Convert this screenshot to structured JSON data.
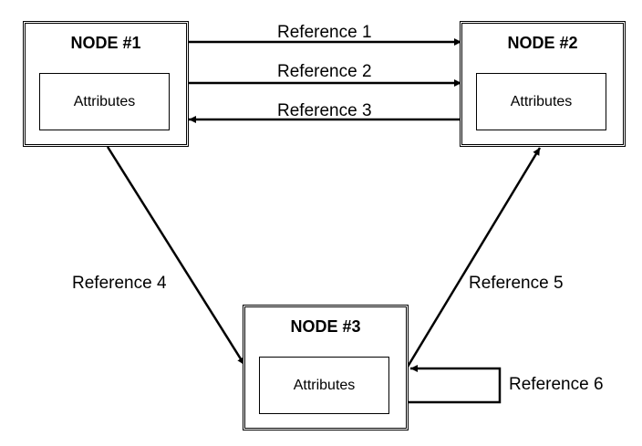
{
  "nodes": [
    {
      "title": "NODE #1",
      "attributes_label": "Attributes"
    },
    {
      "title": "NODE #2",
      "attributes_label": "Attributes"
    },
    {
      "title": "NODE #3",
      "attributes_label": "Attributes"
    }
  ],
  "edges": [
    {
      "label": "Reference 1",
      "from": "NODE #1",
      "to": "NODE #2"
    },
    {
      "label": "Reference 2",
      "from": "NODE #1",
      "to": "NODE #2"
    },
    {
      "label": "Reference 3",
      "from": "NODE #2",
      "to": "NODE #1"
    },
    {
      "label": "Reference 4",
      "from": "NODE #1",
      "to": "NODE #3"
    },
    {
      "label": "Reference 5",
      "from": "NODE #3",
      "to": "NODE #2"
    },
    {
      "label": "Reference 6",
      "from": "NODE #3",
      "to": "NODE #3"
    }
  ]
}
